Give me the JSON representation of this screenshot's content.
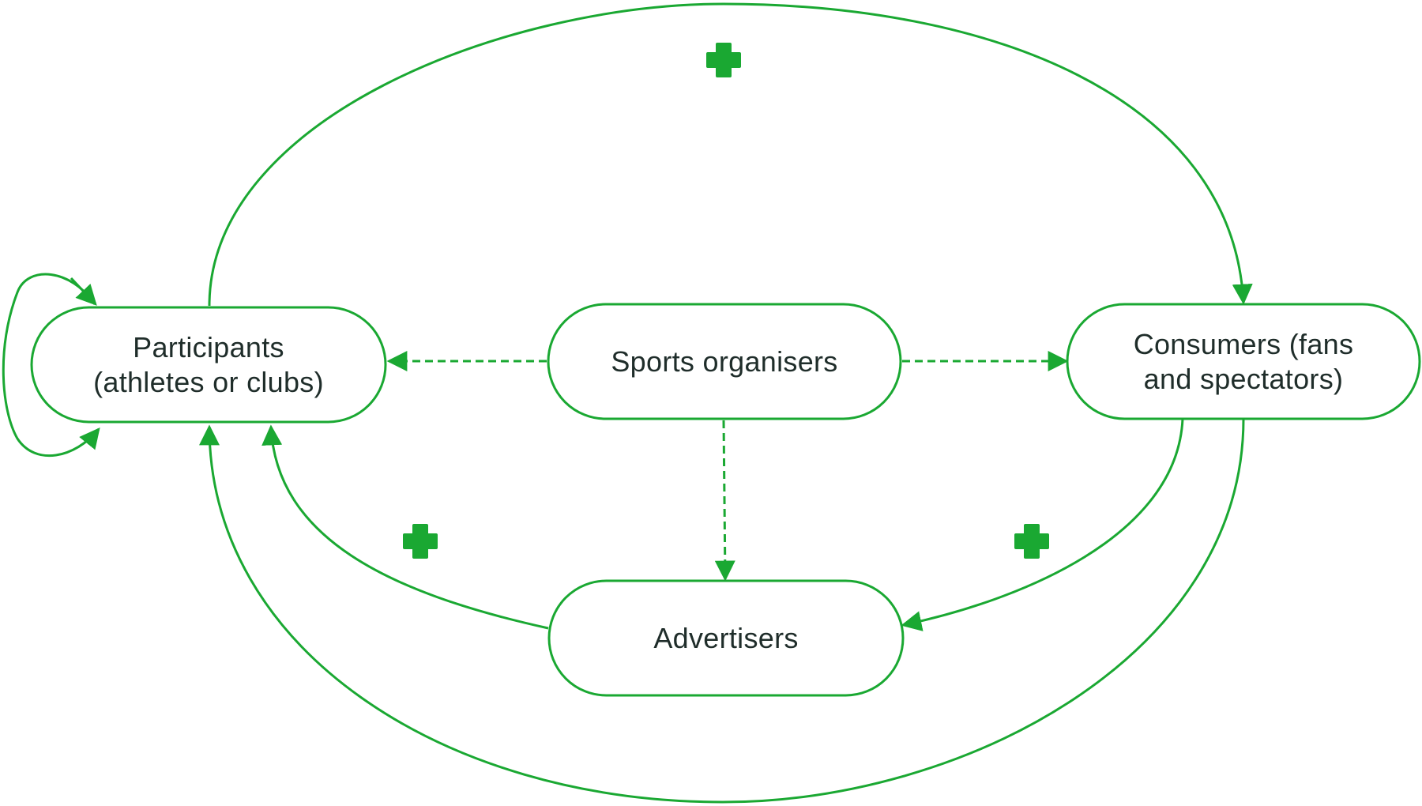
{
  "diagram": {
    "accent_color": "#1aa832",
    "text_color": "#1f2d2a",
    "nodes": {
      "participants": {
        "line1": "Participants",
        "line2": "(athletes or clubs)"
      },
      "sports_organisers": {
        "line1": "Sports organisers"
      },
      "consumers": {
        "line1": "Consumers (fans",
        "line2": "and spectators)"
      },
      "advertisers": {
        "line1": "Advertisers"
      }
    },
    "edges": [
      {
        "from": "Sports organisers",
        "to": "Participants (athletes or clubs)",
        "style": "dashed"
      },
      {
        "from": "Sports organisers",
        "to": "Consumers (fans and spectators)",
        "style": "dashed"
      },
      {
        "from": "Sports organisers",
        "to": "Advertisers",
        "style": "dashed"
      },
      {
        "from": "Participants (athletes or clubs)",
        "to": "Consumers (fans and spectators)",
        "style": "solid"
      },
      {
        "from": "Participants (athletes or clubs)",
        "to": "Participants (athletes or clubs)",
        "style": "solid"
      },
      {
        "from": "Consumers (fans and spectators)",
        "to": "Advertisers",
        "style": "solid"
      },
      {
        "from": "Consumers (fans and spectators)",
        "to": "Participants (athletes or clubs)",
        "style": "solid"
      },
      {
        "from": "Advertisers",
        "to": "Participants (athletes or clubs)",
        "style": "solid"
      }
    ],
    "plus_markers": [
      "plus-icon",
      "plus-icon",
      "plus-icon"
    ]
  }
}
